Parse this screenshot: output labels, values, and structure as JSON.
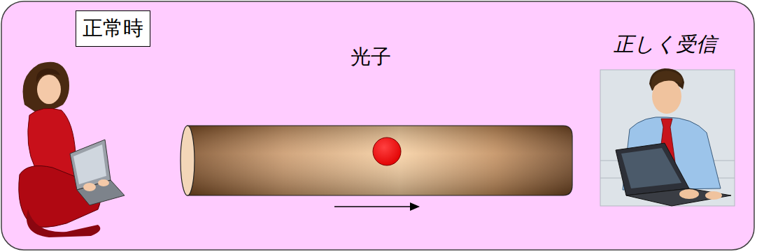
{
  "diagram": {
    "nodes": [
      {
        "text": [
          "正常時"
        ]
      }
    ],
    "labels": [
      "光子",
      "正しく受信"
    ]
  }
}
